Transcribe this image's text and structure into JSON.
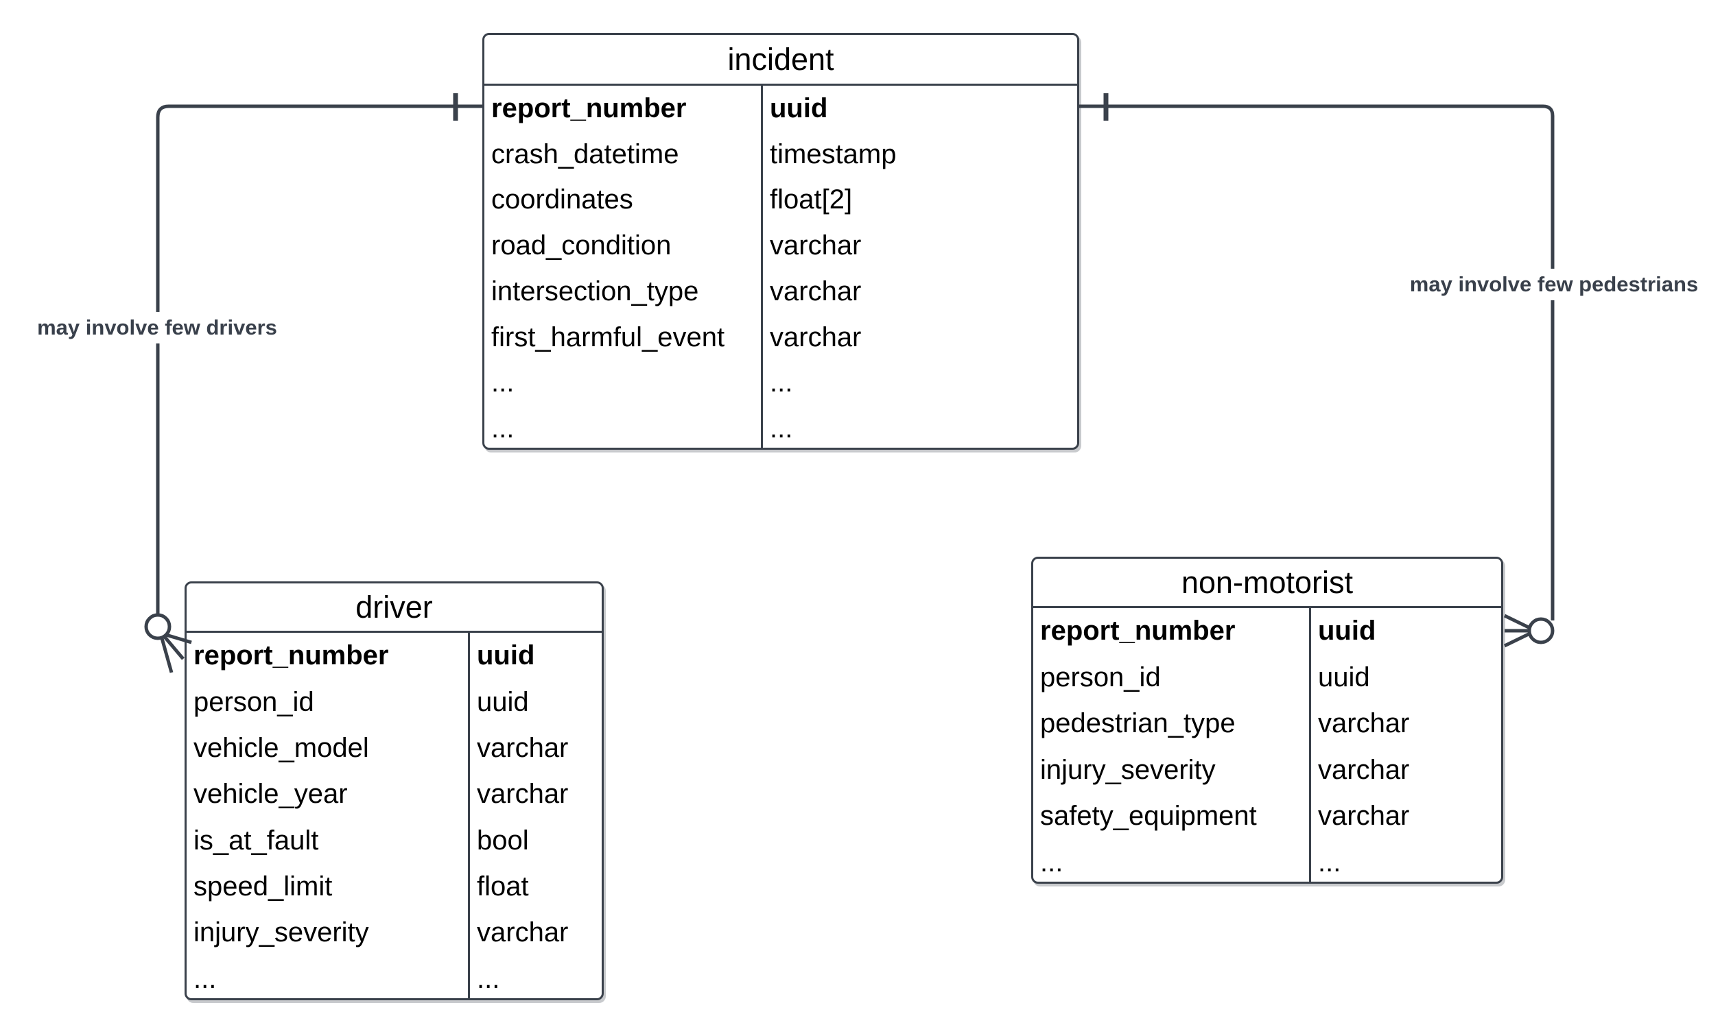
{
  "diagram": {
    "type": "entity-relationship",
    "colors": {
      "line": "#3a414b",
      "entity_text": "#000000",
      "label_text": "#39404b",
      "background": "#ffffff"
    },
    "entities": [
      {
        "id": "incident",
        "title": "incident",
        "fields": [
          {
            "name": "report_number",
            "type": "uuid",
            "key": true
          },
          {
            "name": "crash_datetime",
            "type": "timestamp",
            "key": false
          },
          {
            "name": "coordinates",
            "type": "float[2]",
            "key": false
          },
          {
            "name": "road_condition",
            "type": "varchar",
            "key": false
          },
          {
            "name": "intersection_type",
            "type": "varchar",
            "key": false
          },
          {
            "name": "first_harmful_event",
            "type": "varchar",
            "key": false
          },
          {
            "name": "...",
            "type": "...",
            "key": false
          },
          {
            "name": "...",
            "type": "...",
            "key": false
          }
        ]
      },
      {
        "id": "driver",
        "title": "driver",
        "fields": [
          {
            "name": "report_number",
            "type": "uuid",
            "key": true
          },
          {
            "name": "person_id",
            "type": "uuid",
            "key": false
          },
          {
            "name": "vehicle_model",
            "type": "varchar",
            "key": false
          },
          {
            "name": "vehicle_year",
            "type": "varchar",
            "key": false
          },
          {
            "name": "is_at_fault",
            "type": "bool",
            "key": false
          },
          {
            "name": "speed_limit",
            "type": "float",
            "key": false
          },
          {
            "name": "injury_severity",
            "type": "varchar",
            "key": false
          },
          {
            "name": "...",
            "type": "...",
            "key": false
          }
        ]
      },
      {
        "id": "non-motorist",
        "title": "non-motorist",
        "fields": [
          {
            "name": "report_number",
            "type": "uuid",
            "key": true
          },
          {
            "name": "person_id",
            "type": "uuid",
            "key": false
          },
          {
            "name": "pedestrian_type",
            "type": "varchar",
            "key": false
          },
          {
            "name": "injury_severity",
            "type": "varchar",
            "key": false
          },
          {
            "name": "safety_equipment",
            "type": "varchar",
            "key": false
          },
          {
            "name": "...",
            "type": "...",
            "key": false
          }
        ]
      }
    ],
    "relationships": [
      {
        "label": "may involve few drivers",
        "from_entity": "incident",
        "to_entity": "driver",
        "from_cardinality": "one",
        "to_cardinality": "zero-or-many"
      },
      {
        "label": "may involve few pedestrians",
        "from_entity": "incident",
        "to_entity": "non-motorist",
        "from_cardinality": "one",
        "to_cardinality": "zero-or-many"
      }
    ]
  }
}
